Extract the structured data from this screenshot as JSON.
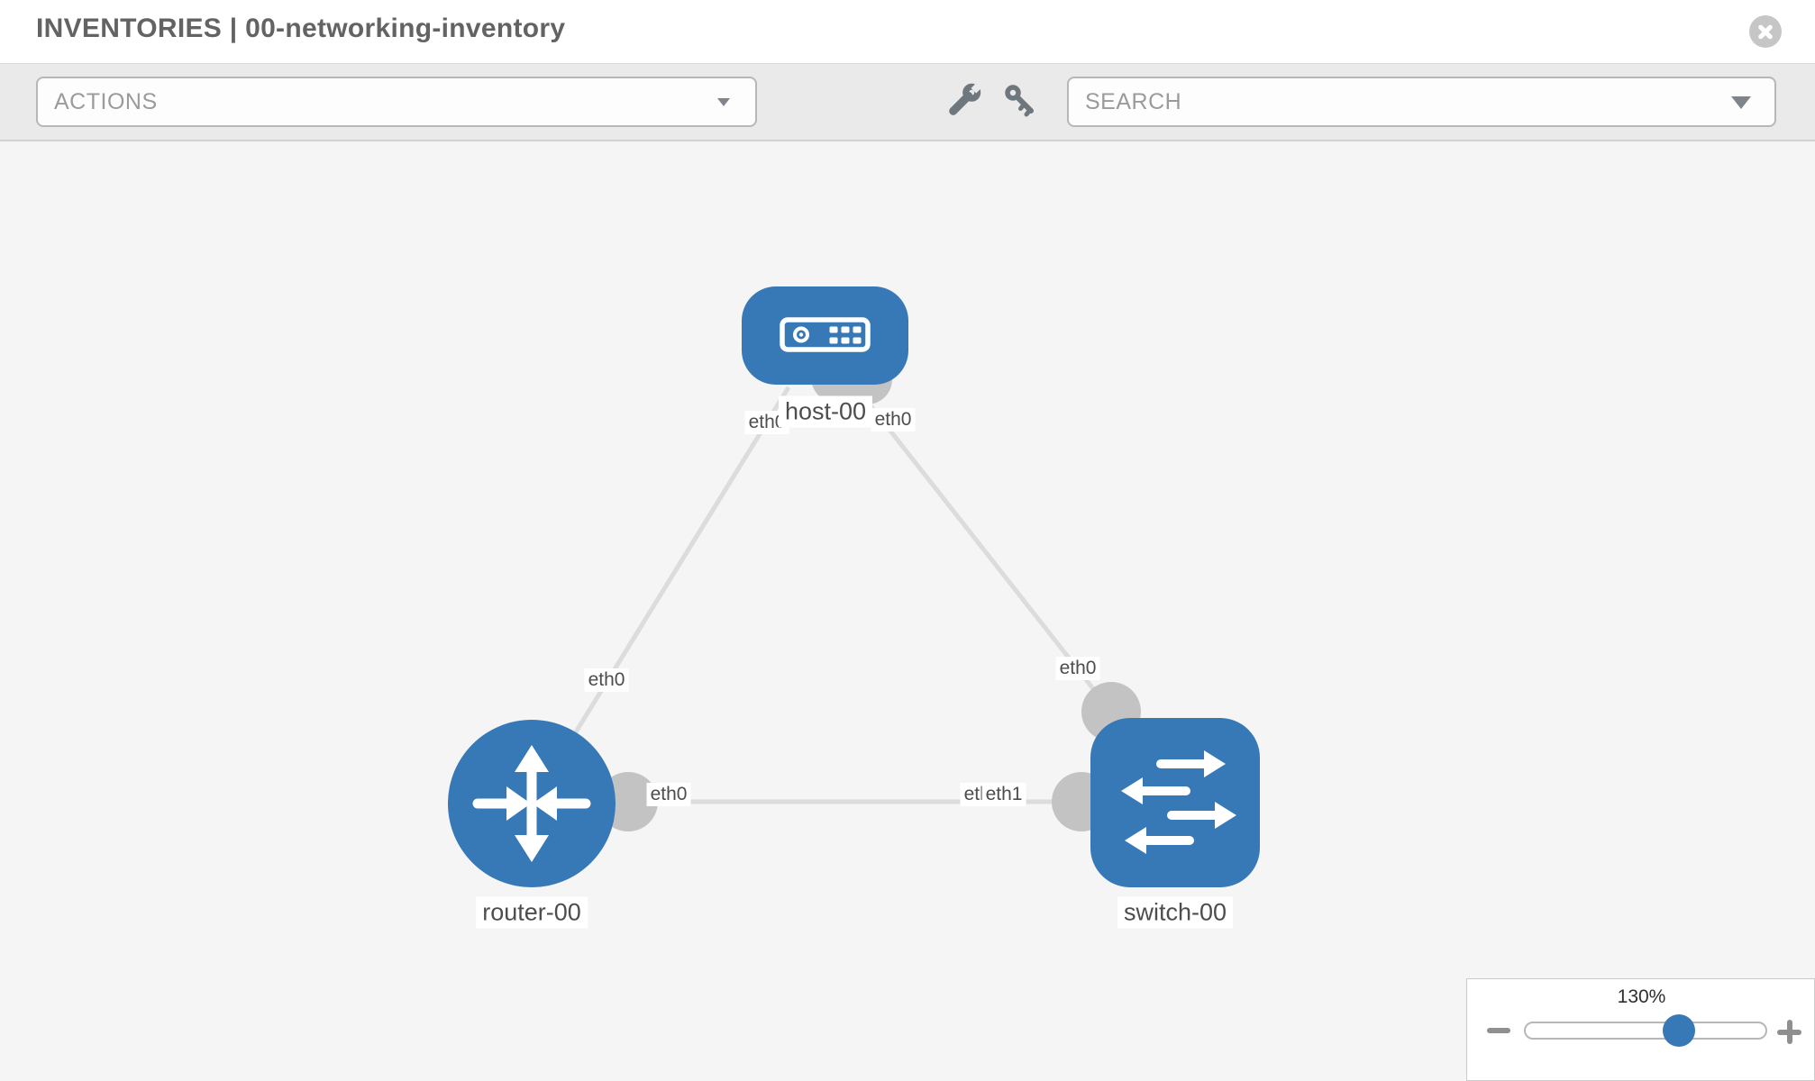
{
  "header": {
    "title": "INVENTORIES | 00-networking-inventory"
  },
  "toolbar": {
    "actions_label": "ACTIONS",
    "search_placeholder": "SEARCH"
  },
  "icons": {
    "close": "circle-x",
    "wrench": "wrench",
    "key": "key",
    "actions_caret": "caret-down",
    "search_caret": "caret-down",
    "zoom_out": "minus",
    "zoom_in": "plus",
    "host_node": "server",
    "router_node": "router-arrows",
    "switch_node": "switch-arrows"
  },
  "topology": {
    "nodes": [
      {
        "id": "host-00",
        "type": "host",
        "label": "host-00"
      },
      {
        "id": "router-00",
        "type": "router",
        "label": "router-00"
      },
      {
        "id": "switch-00",
        "type": "switch",
        "label": "switch-00"
      }
    ],
    "links": [
      {
        "source": "host-00",
        "source_interface": "eth0",
        "target": "router-00",
        "target_interface": "eth0"
      },
      {
        "source": "host-00",
        "source_interface": "eth0",
        "target": "switch-00",
        "target_interface": "eth0"
      },
      {
        "source": "router-00",
        "source_interface": "eth0",
        "target": "switch-00",
        "target_interface": "eth1"
      }
    ],
    "labels": {
      "host": "host-00",
      "router": "router-00",
      "switch": "switch-00",
      "if_host_left": "eth0",
      "if_host_right": "eth0",
      "if_host_router_mid": "eth0",
      "if_host_switch_mid": "eth0",
      "if_router_side": "eth0",
      "if_switch_back": "eth0",
      "if_switch_front": "eth1"
    },
    "colors": {
      "node_fill": "#3778b7",
      "link": "#dcdcdc",
      "port": "#c3c3c3",
      "canvas_bg": "#f5f5f5"
    }
  },
  "zoom_control": {
    "level": "130%",
    "slider_percent": 64
  }
}
